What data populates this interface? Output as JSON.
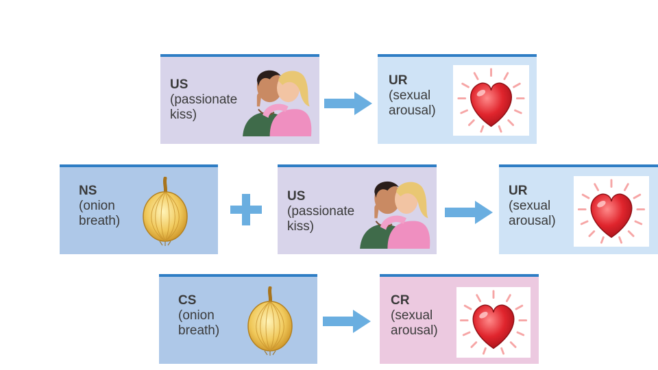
{
  "row1": {
    "stimulus": {
      "abbr": "US",
      "desc_line1": "(passionate",
      "desc_line2": "kiss)"
    },
    "response": {
      "abbr": "UR",
      "desc_line1": "(sexual",
      "desc_line2": "arousal)"
    }
  },
  "row2": {
    "neutral": {
      "abbr": "NS",
      "desc_line1": "(onion",
      "desc_line2": "breath)"
    },
    "stimulus": {
      "abbr": "US",
      "desc_line1": "(passionate",
      "desc_line2": "kiss)"
    },
    "response": {
      "abbr": "UR",
      "desc_line1": "(sexual",
      "desc_line2": "arousal)"
    }
  },
  "row3": {
    "conditioned": {
      "abbr": "CS",
      "desc_line1": "(onion",
      "desc_line2": "breath)"
    },
    "response": {
      "abbr": "CR",
      "desc_line1": "(sexual",
      "desc_line2": "arousal)"
    }
  },
  "icons": {
    "kiss": "kissing-couple-icon",
    "heart": "glowing-heart-icon",
    "onion": "onion-icon",
    "arrow": "right-arrow-icon",
    "plus": "plus-icon"
  },
  "colors": {
    "border": "#2e7dc4",
    "us_box": "#d8d4ea",
    "ur_box": "#cfe3f6",
    "ns_box": "#aec8e8",
    "cr_box": "#ecc9e0",
    "arrow": "#6aaee0"
  }
}
